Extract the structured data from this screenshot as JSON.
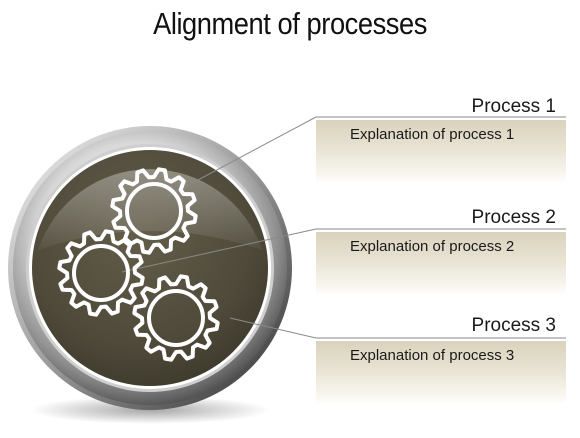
{
  "title": "Alignment of processes",
  "processes": [
    {
      "label": "Process 1",
      "explanation": "Explanation of process 1"
    },
    {
      "label": "Process 2",
      "explanation": "Explanation of process 2"
    },
    {
      "label": "Process 3",
      "explanation": "Explanation of process 3"
    }
  ],
  "colors": {
    "circle_fill": "#4f4a3b",
    "box_fill": "#ddd6c2",
    "connector_line": "#8a8a8a"
  },
  "icons": [
    "gear-icon",
    "gear-icon",
    "gear-icon"
  ]
}
